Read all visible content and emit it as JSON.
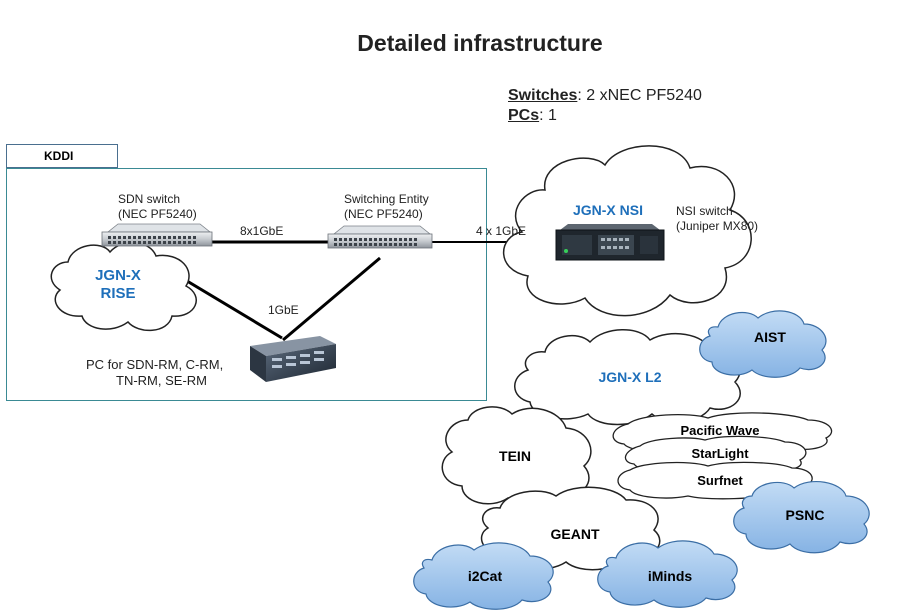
{
  "title": "Detailed infrastructure",
  "specs": {
    "switches_label": "Switches",
    "switches_value": ": 2 xNEC PF5240",
    "pcs_label": "PCs",
    "pcs_value": ": 1"
  },
  "site": {
    "label": "KDDI"
  },
  "devices": {
    "sdn_switch_line1": "SDN switch",
    "sdn_switch_line2": "(NEC PF5240)",
    "switching_entity_line1": "Switching Entity",
    "switching_entity_line2": "(NEC PF5240)",
    "nsi_switch_line1": "NSI switch",
    "nsi_switch_line2": "(Juniper MX80)",
    "pc_line1": "PC for SDN-RM, C-RM,",
    "pc_line2": "TN-RM, SE-RM"
  },
  "links": {
    "sdn_to_se": "8x1GbE",
    "se_to_nsi": "4 x 1GbE",
    "to_pc": "1GbE"
  },
  "clouds": {
    "rise_line1": "JGN-X",
    "rise_line2": "RISE",
    "nsi": "JGN-X NSI",
    "aist": "AIST",
    "l2": "JGN-X L2",
    "tein": "TEIN",
    "pacific_wave": "Pacific Wave",
    "starlight": "StarLight",
    "surfnet": "Surfnet",
    "psnc": "PSNC",
    "geant": "GEANT",
    "i2cat": "i2Cat",
    "iminds": "iMinds"
  },
  "colors": {
    "cloud_white": "#ffffff",
    "cloud_blue": "#9ec4ec",
    "label_blue": "#1e6fba",
    "frame": "#3a8a94"
  }
}
